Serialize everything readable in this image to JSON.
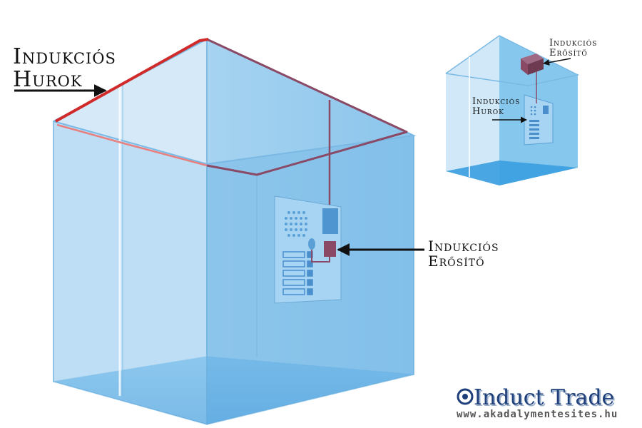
{
  "labels": {
    "loop_main_line1": "Indukciós",
    "loop_main_line2": "Hurok",
    "amp_main_line1": "Indukciós",
    "amp_main_line2": "Erősítő",
    "amp_small_line1": "Indukciós",
    "amp_small_line2": "Erősítő",
    "loop_small_line1": "Indukciós",
    "loop_small_line2": "Hurok"
  },
  "brand": {
    "name": "Induct Trade",
    "url": "www.akadalymentesites.hu"
  },
  "colors": {
    "glass": "#8cc8ee",
    "glass_dark": "#4a9fd9",
    "loop_visible": "#d02a2a",
    "loop_hidden": "#8a4a66",
    "amplifier": "#8a4a66",
    "brand": "#1e3f7a"
  }
}
